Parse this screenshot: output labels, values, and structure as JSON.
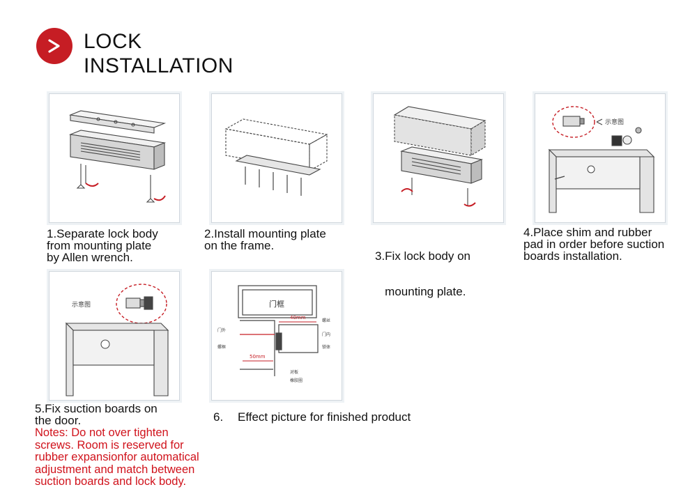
{
  "header": {
    "badge_icon": "chevron-right-icon",
    "title_line1": "LOCK",
    "title_line2": "INSTALLATION",
    "accent_color": "#c61d24"
  },
  "steps": [
    {
      "lines": [
        "1.Separate lock body",
        "from mounting plate",
        "by Allen wrench."
      ]
    },
    {
      "lines": [
        "2.Install mounting plate",
        "on the frame."
      ]
    },
    {
      "lines": [
        "3.Fix lock body on",
        "   mounting plate."
      ]
    },
    {
      "lines": [
        "4.Place shim and rubber",
        "pad in order before suction",
        "boards installation."
      ]
    },
    {
      "lines": [
        "5.Fix suction boards on",
        "the door."
      ]
    },
    {
      "number": "6.",
      "text": "Effect picture for finished product"
    }
  ],
  "notes": {
    "lines": [
      "Notes:  Do not over tighten",
      "screws. Room is reserved for",
      "rubber expansionfor automatical",
      "adjustment and match between",
      "suction boards and lock body."
    ],
    "color": "#d0121b"
  },
  "diagram_labels": {
    "schematic": "示意图",
    "door_frame": "门框",
    "dim_40": "40mm",
    "dim_50": "50mm",
    "door_outside": "门外",
    "door_inside": "门内",
    "screw_left": "螺框",
    "screw": "螺丝",
    "lock_body": "锁体",
    "shim": "对板",
    "rubber_pad": "橡胶圈"
  }
}
